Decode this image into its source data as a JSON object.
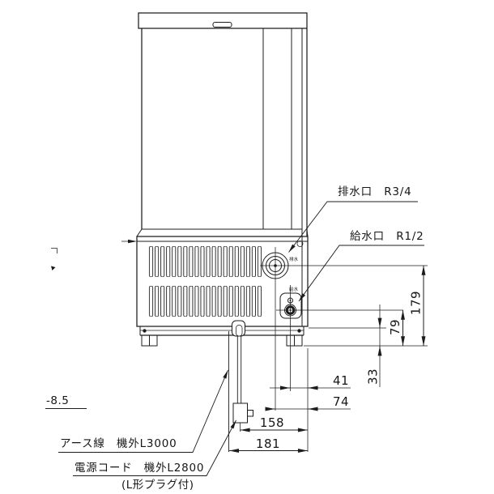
{
  "drawing_title": "unit-rear-view-dimension-drawing",
  "labels": {
    "drain_port": "排水口　R3/4",
    "supply_port": "給水口　R1/2",
    "drain_mini": "排水",
    "supply_mini": "給水",
    "earth_wire": "アース線　機外L3000",
    "power_cord": "電源コード　機外L2800",
    "plug_note": "(L形プラグ付)",
    "left_partial": "-8.5"
  },
  "dimensions_mm": {
    "drain_center_to_floor": "179",
    "supply_center_to_floor": "79",
    "leg_height": "33",
    "supply_center_to_right": "41",
    "drain_center_to_right": "74",
    "power_cord_to_right": "158",
    "earth_wire_to_right": "181"
  },
  "colors": {
    "line": "#1c1c1c",
    "background": "#ffffff"
  }
}
